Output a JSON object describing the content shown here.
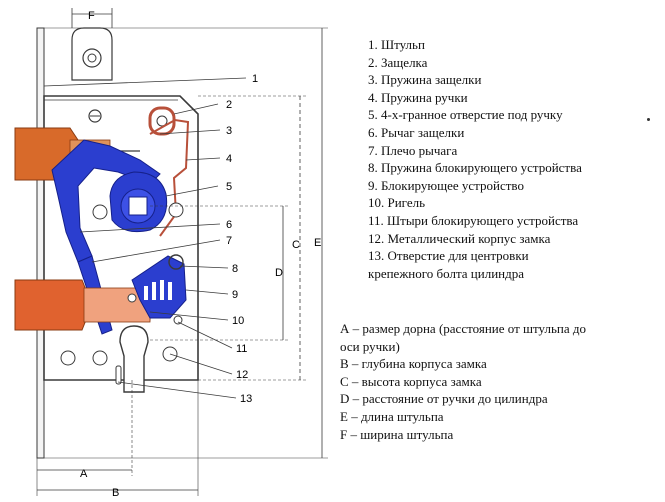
{
  "colors": {
    "line": "#3a3a3a",
    "steel_blue": "#2b3ecf",
    "copper": "#e0622f",
    "bronze_outline": "#b8503a",
    "latch_orange": "#d86a2a",
    "grey_fill": "#d9d9d9"
  },
  "drawing": {
    "callouts": [
      "1",
      "2",
      "3",
      "4",
      "5",
      "6",
      "7",
      "8",
      "9",
      "10",
      "11",
      "12",
      "13"
    ],
    "dimensions": [
      "F",
      "A",
      "B",
      "C",
      "D",
      "E"
    ]
  },
  "legend": [
    "1. Штульп",
    "2. Защелка",
    "3. Пружина защелки",
    "4. Пружина ручки",
    "5. 4-х-гранное отверстие под ручку",
    "6. Рычаг защелки",
    "7. Плечо рычага",
    "8. Пружина блокирующего устройства",
    "9. Блокирующее устройство",
    "10. Ригель",
    "11. Штыри блокирующего устройства",
    "12. Металлический корпус замка",
    "13. Отверстие для центровки",
    "крепежного болта цилиндра"
  ],
  "dimension_notes": [
    "А – размер дорна (расстояние от штульпа до",
    "оси ручки)",
    "В – глубина корпуса замка",
    "С – высота корпуса замка",
    "D – расстояние от ручки до цилиндра",
    "Е – длина штульпа",
    "F – ширина штульпа"
  ]
}
